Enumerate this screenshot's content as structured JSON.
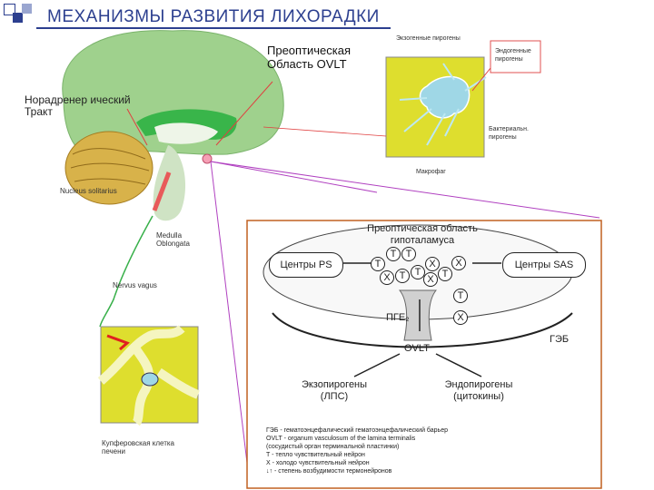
{
  "header": {
    "title": "МЕХАНИЗМЫ РАЗВИТИЯ ЛИХОРАДКИ"
  },
  "brain": {
    "label_preoptic": "Преоптическая\nОбласть OVLT",
    "label_noradrenergic": "Норадренер ический\nТракт",
    "label_nucleus": "Nucleus solitarius",
    "label_medulla": "Medulla\nOblongata",
    "label_nervus": "Nervus vagus",
    "label_kupffer": "Купферовская клетка\nпечени"
  },
  "inset_top": {
    "label_exo": "Экзогенные пирогены",
    "label_endo": "Эндогенные\nпирогены",
    "label_bact": "Бактериальн.\nпирогены",
    "label_macro": "Макрофаг"
  },
  "inset_main": {
    "title": "Преоптическая область\nгипоталамуса",
    "center_ps": "Центры PS",
    "center_sas": "Центры SAS",
    "pge": "ПГЕ₂",
    "ovlt": "OVLT",
    "geb": "ГЭБ",
    "exo": "Экзопирогены\n(ЛПС)",
    "endo": "Эндопирогены\n(цитокины)",
    "nodes_t": "T",
    "nodes_x": "X",
    "legend": [
      "ГЭБ - гематоэнцефалический гематоэнцефалический барьер",
      "OVLT - organum vasculosum of the lamina terminalis",
      "(сосудистый орган терминальной пластинки)",
      "T - тепло чувствительный нейрон",
      "X - холодо чувствительный нейрон",
      "↓↑ - степень возбудимости термонейронов"
    ]
  }
}
